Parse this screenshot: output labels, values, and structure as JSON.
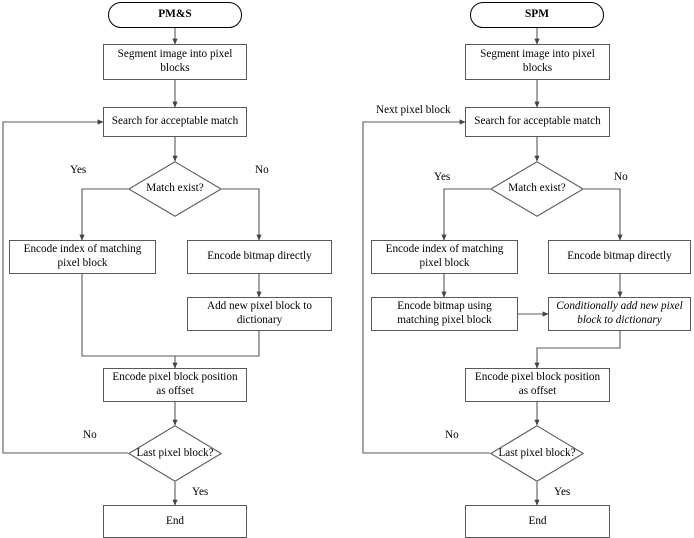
{
  "diagram": {
    "type": "flowchart",
    "title_left": "PM&S",
    "title_right": "SPM",
    "line_color": "#595959",
    "text_color": "#000000",
    "background": "#ffffff"
  },
  "left_flow": {
    "start": "PM&S",
    "segment": "Segment image into pixel blocks",
    "search": "Search for acceptable match",
    "decision_match": "Match exist?",
    "yes_label": "Yes",
    "no_label": "No",
    "encode_index": "Encode index of matching pixel block",
    "encode_bitmap": "Encode bitmap directly",
    "add_block": "Add new pixel block to dictionary",
    "encode_offset": "Encode pixel block position as offset",
    "decision_last": "Last pixel block?",
    "loop_label": "No",
    "exit_label": "Yes",
    "end": "End"
  },
  "right_flow": {
    "start": "SPM",
    "segment": "Segment image into pixel blocks",
    "search": "Search for acceptable match",
    "loop_back_label": "Next pixel block",
    "decision_match": "Match exist?",
    "yes_label": "Yes",
    "no_label": "No",
    "encode_index": "Encode index of matching pixel block",
    "encode_bitmap": "Encode bitmap directly",
    "encode_bitmap_using": "Encode bitmap using matching pixel block",
    "conditionally_add": "Conditionally add new pixel block to dictionary",
    "encode_offset": "Encode pixel block position as offset",
    "decision_last": "Last pixel block?",
    "loop_label": "No",
    "exit_label": "Yes",
    "end": "End"
  }
}
